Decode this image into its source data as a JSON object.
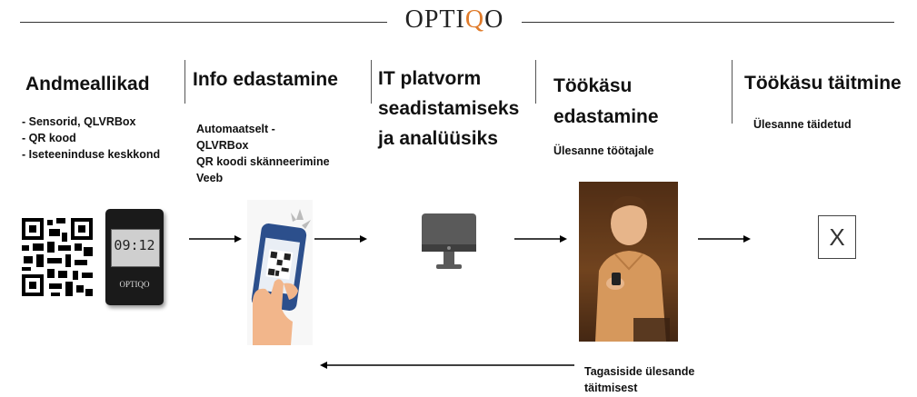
{
  "logo": {
    "part1": "OPTI",
    "part2": "Q",
    "part3": "O"
  },
  "stages": [
    {
      "title": "Andmeallikad",
      "items": [
        "- Sensorid, QLVRBox",
        "- QR kood",
        "- Iseteeninduse keskkond"
      ]
    },
    {
      "title": "Info edastamine",
      "items": [
        "Automaatselt -",
        "QLVRBox",
        "QR koodi skänneerimine",
        "Veeb"
      ]
    },
    {
      "title_lines": [
        "IT platvorm",
        "seadistamiseks",
        "ja analüüsiks"
      ]
    },
    {
      "title_lines": [
        "Töökäsu",
        "edastamine"
      ],
      "subtitle": "Ülesanne töötajale"
    },
    {
      "title": "Töökäsu täitmine",
      "subtitle": "Ülesanne täidetud"
    }
  ],
  "device": {
    "time": "09:12",
    "brand": "OPTIQO"
  },
  "done_box_mark": "X",
  "feedback": {
    "lines": [
      "Tagasiside ülesande",
      "täitmisest"
    ]
  },
  "colors": {
    "accent": "#e07b2a",
    "device_body": "#1a1a1a",
    "monitor": "#5a5a5a",
    "phone_blue": "#2c4f8c"
  },
  "icons": [
    "qr-code-icon",
    "qlvrbox-device-icon",
    "hand-phone-qr-icon",
    "monitor-icon",
    "worker-photo",
    "done-box-icon"
  ]
}
